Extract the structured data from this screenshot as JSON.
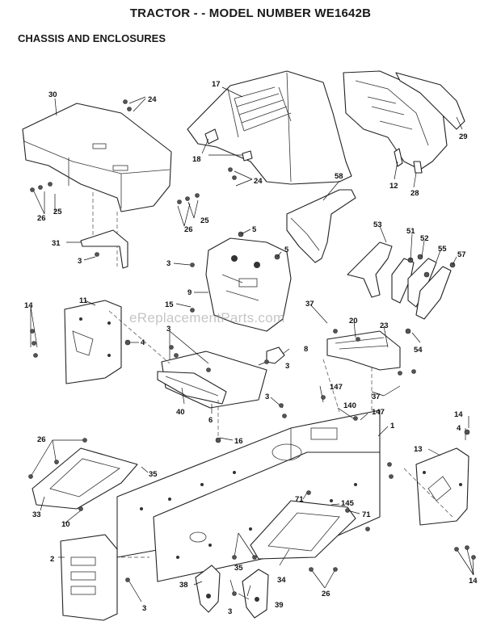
{
  "header": {
    "title": "TRACTOR - - MODEL NUMBER WE1642B",
    "subtitle": "CHASSIS AND ENCLOSURES"
  },
  "watermark": "eReplacementParts.com",
  "callouts": [
    {
      "id": "c30",
      "text": "30"
    },
    {
      "id": "c24a",
      "text": "24"
    },
    {
      "id": "c17",
      "text": "17"
    },
    {
      "id": "c29",
      "text": "29"
    },
    {
      "id": "c18",
      "text": "18"
    },
    {
      "id": "c24b",
      "text": "24"
    },
    {
      "id": "c12",
      "text": "12"
    },
    {
      "id": "c28",
      "text": "28"
    },
    {
      "id": "c26a",
      "text": "26"
    },
    {
      "id": "c25a",
      "text": "25"
    },
    {
      "id": "c25b",
      "text": "25"
    },
    {
      "id": "c26b",
      "text": "26"
    },
    {
      "id": "c58",
      "text": "58"
    },
    {
      "id": "c31",
      "text": "31"
    },
    {
      "id": "c3a",
      "text": "3"
    },
    {
      "id": "c5a",
      "text": "5"
    },
    {
      "id": "c5b",
      "text": "5"
    },
    {
      "id": "c3b",
      "text": "3"
    },
    {
      "id": "c53",
      "text": "53"
    },
    {
      "id": "c51",
      "text": "51"
    },
    {
      "id": "c52",
      "text": "52"
    },
    {
      "id": "c55",
      "text": "55"
    },
    {
      "id": "c57",
      "text": "57"
    },
    {
      "id": "c9",
      "text": "9"
    },
    {
      "id": "c14a",
      "text": "14"
    },
    {
      "id": "c11",
      "text": "11"
    },
    {
      "id": "c15",
      "text": "15"
    },
    {
      "id": "c37a",
      "text": "37"
    },
    {
      "id": "c20",
      "text": "20"
    },
    {
      "id": "c23",
      "text": "23"
    },
    {
      "id": "c4a",
      "text": "4"
    },
    {
      "id": "c54",
      "text": "54"
    },
    {
      "id": "c3c",
      "text": "3"
    },
    {
      "id": "c8",
      "text": "8"
    },
    {
      "id": "c3d",
      "text": "3"
    },
    {
      "id": "c147a",
      "text": "147"
    },
    {
      "id": "c37b",
      "text": "37"
    },
    {
      "id": "c40",
      "text": "40"
    },
    {
      "id": "c6",
      "text": "6"
    },
    {
      "id": "c3e",
      "text": "3"
    },
    {
      "id": "c140",
      "text": "140"
    },
    {
      "id": "c147b",
      "text": "147"
    },
    {
      "id": "c1",
      "text": "1"
    },
    {
      "id": "c14b",
      "text": "14"
    },
    {
      "id": "c4b",
      "text": "4"
    },
    {
      "id": "c16",
      "text": "16"
    },
    {
      "id": "c26c",
      "text": "26"
    },
    {
      "id": "c13",
      "text": "13"
    },
    {
      "id": "c35a",
      "text": "35"
    },
    {
      "id": "c33",
      "text": "33"
    },
    {
      "id": "c10",
      "text": "10"
    },
    {
      "id": "c71a",
      "text": "71"
    },
    {
      "id": "c145",
      "text": "145"
    },
    {
      "id": "c71b",
      "text": "71"
    },
    {
      "id": "c2",
      "text": "2"
    },
    {
      "id": "c35b",
      "text": "35"
    },
    {
      "id": "c34",
      "text": "34"
    },
    {
      "id": "c26d",
      "text": "26"
    },
    {
      "id": "c14c",
      "text": "14"
    },
    {
      "id": "c3f",
      "text": "3"
    },
    {
      "id": "c38",
      "text": "38"
    },
    {
      "id": "c3g",
      "text": "3"
    },
    {
      "id": "c39",
      "text": "39"
    }
  ]
}
